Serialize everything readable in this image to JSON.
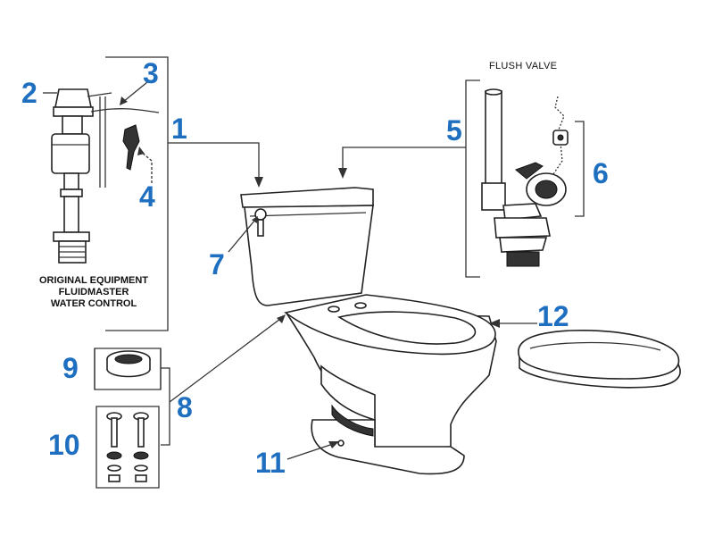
{
  "diagram": {
    "callouts": [
      {
        "id": "1",
        "label": "1"
      },
      {
        "id": "2",
        "label": "2"
      },
      {
        "id": "3",
        "label": "3"
      },
      {
        "id": "4",
        "label": "4"
      },
      {
        "id": "5",
        "label": "5"
      },
      {
        "id": "6",
        "label": "6"
      },
      {
        "id": "7",
        "label": "7"
      },
      {
        "id": "8",
        "label": "8"
      },
      {
        "id": "9",
        "label": "9"
      },
      {
        "id": "10",
        "label": "10"
      },
      {
        "id": "11",
        "label": "11"
      },
      {
        "id": "12",
        "label": "12"
      }
    ],
    "fill_valve_caption": [
      "ORIGINAL EQUIPMENT",
      "FLUIDMASTER",
      "WATER CONTROL"
    ],
    "flush_valve_title": "FLUSH VALVE",
    "colors": {
      "callout": "#1f6fc0",
      "line": "#222222"
    }
  }
}
